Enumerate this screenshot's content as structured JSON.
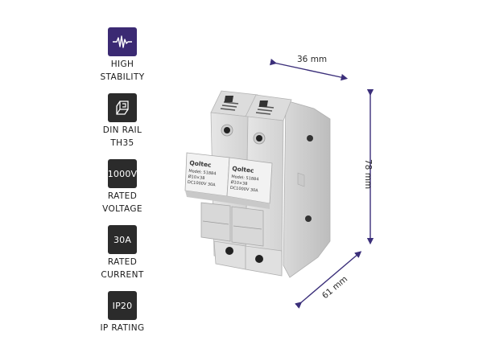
{
  "features": [
    {
      "icon": "waveform-icon",
      "badge_text": "",
      "label_line1": "HIGH",
      "label_line2": "STABILITY",
      "color": "#3b2a73"
    },
    {
      "icon": "din-rail-icon",
      "badge_text": "",
      "label_line1": "DIN RAIL",
      "label_line2": "TH35",
      "color": "#2b2b2b"
    },
    {
      "icon": "",
      "badge_text": "1000V",
      "label_line1": "RATED",
      "label_line2": "VOLTAGE",
      "color": "#2b2b2b"
    },
    {
      "icon": "",
      "badge_text": "30A",
      "label_line1": "RATED",
      "label_line2": "CURRENT",
      "color": "#2b2b2b"
    },
    {
      "icon": "",
      "badge_text": "IP20",
      "label_line1": "IP RATING",
      "label_line2": "",
      "color": "#2b2b2b"
    }
  ],
  "dimensions": {
    "width": "36 mm",
    "height": "78 mm",
    "depth": "61 mm",
    "arrow_color": "#3b2f7a"
  },
  "product": {
    "brand": "Qoltec",
    "model": "Model: 51884",
    "size": "Ø10×38",
    "rating": "DC1000V 30A"
  }
}
